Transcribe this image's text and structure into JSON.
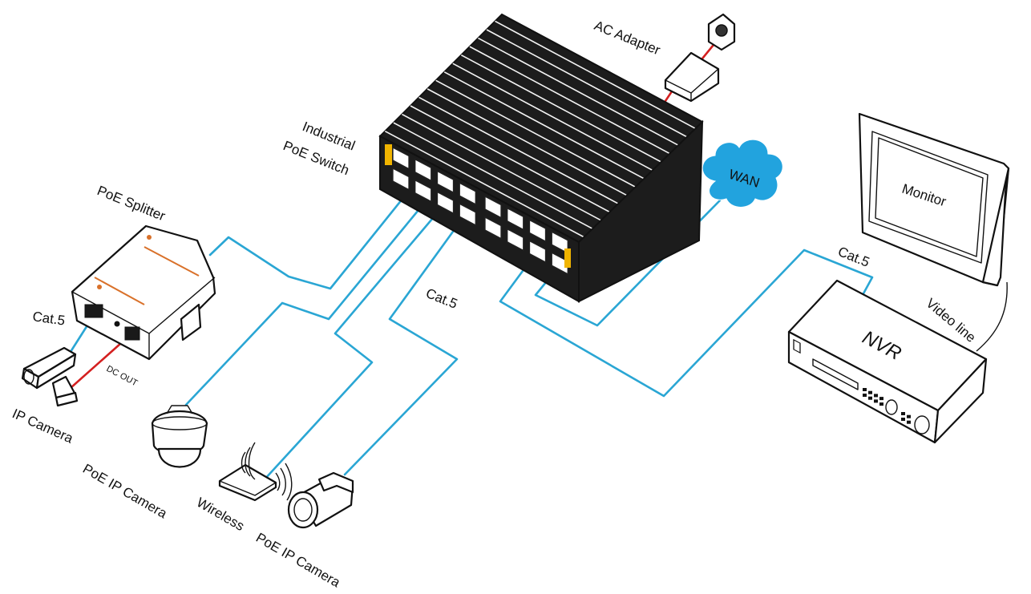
{
  "colors": {
    "ethernet_cable": "#2aa6d4",
    "power_cable": "#d42020",
    "wan_cloud": "#22a3de",
    "switch_body": "#1c1c1c",
    "splitter_accent": "#d9712a"
  },
  "labels": {
    "switch": [
      "Industrial",
      "PoE Switch"
    ],
    "ac_adapter": "AC Adapter",
    "wan": "WAN",
    "monitor": "Monitor",
    "nvr": "NVR",
    "video_line": "Video line",
    "cat5_nvr": "Cat.5",
    "cat5_center": "Cat.5",
    "cat5_camera": "Cat.5",
    "poe_splitter": "PoE Splitter",
    "dc_out": "DC OUT",
    "ip_camera": "IP Camera",
    "poe_ip_camera_dome": "PoE IP Camera",
    "wireless": "Wireless",
    "poe_ip_camera_bullet": "PoE IP Camera"
  },
  "icons": {
    "switch": "industrial-poe-switch-icon",
    "ac_adapter": "ac-adapter-icon",
    "wall_socket": "wall-socket-icon",
    "wan": "cloud-icon",
    "monitor": "monitor-icon",
    "nvr": "nvr-recorder-icon",
    "splitter": "poe-splitter-icon",
    "ip_camera": "box-camera-icon",
    "dome_camera": "dome-camera-icon",
    "wireless_ap": "wireless-access-point-icon",
    "bullet_camera": "bullet-camera-icon"
  }
}
